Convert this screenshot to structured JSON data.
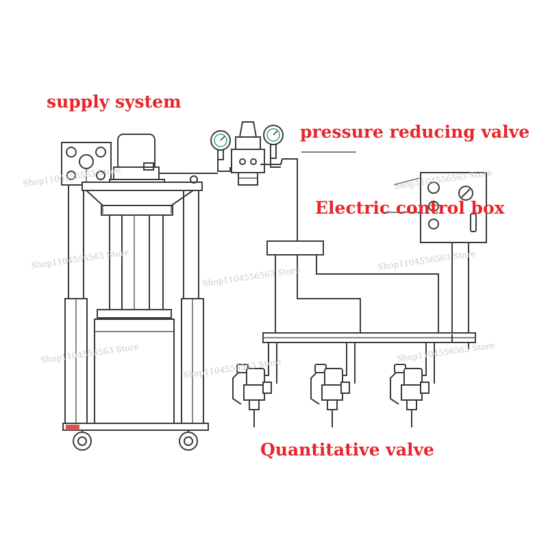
{
  "labels": {
    "supply_system": "supply system",
    "pressure_reducing_valve": "pressure reducing valve",
    "electric_control_box": "Electric control box",
    "quantitative_valve": "Quantitative valve"
  },
  "watermark": "Shop1104556563 Store",
  "colors": {
    "label_text": "#e8252b",
    "line": "#3a3a3a",
    "wheel_red": "#d9534f"
  }
}
